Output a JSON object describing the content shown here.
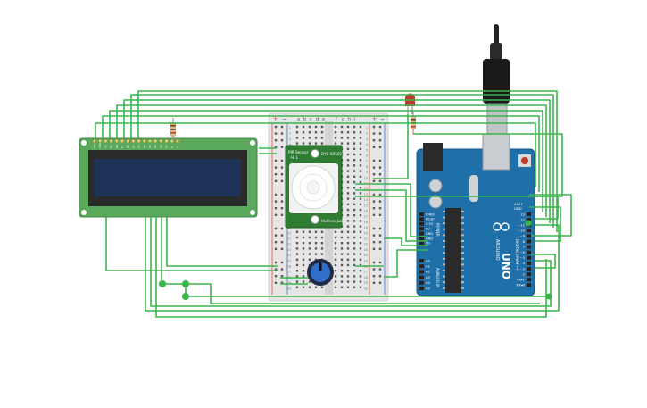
{
  "lcd": {
    "pins": [
      "VSS",
      "VDD",
      "V0",
      "RS",
      "RW",
      "E",
      "D0",
      "D1",
      "D2",
      "D3",
      "D4",
      "D5",
      "D6",
      "D7",
      "A",
      "K"
    ]
  },
  "breadboard": {
    "col_letters_left": [
      "a",
      "b",
      "c",
      "d",
      "e"
    ],
    "col_letters_right": [
      "f",
      "g",
      "h",
      "i",
      "j"
    ],
    "row_numbers": [
      "1",
      "2",
      "3",
      "4",
      "5",
      "6",
      "7",
      "8",
      "9",
      "10",
      "11",
      "12",
      "13",
      "14",
      "15",
      "16",
      "17",
      "18",
      "19",
      "20",
      "21",
      "22",
      "23",
      "24",
      "25",
      "26",
      "27",
      "28",
      "29",
      "30"
    ],
    "plus_label": "+",
    "minus_label": "−"
  },
  "pir": {
    "label_top_left": "PIR Sensor",
    "label_top_left_sub": "Hi L",
    "label_top_right": "DYS-SR501",
    "label_bottom": "Holmes_Lab"
  },
  "arduino": {
    "brand": "ARDUINO",
    "model": "UNO",
    "digital_label": "DIGITAL (PWM ~)",
    "analog_label": "ANALOG IN",
    "power_label": "POWER",
    "aref_label": "AREF",
    "gnd_label": "GND",
    "power_pins": [
      "IOREF",
      "RESET",
      "3.3V",
      "5V",
      "GND",
      "GND",
      "Vin"
    ],
    "analog_pins": [
      "A0",
      "A1",
      "A2",
      "A3",
      "A4",
      "A5"
    ],
    "digital_pins": [
      "13",
      "12",
      "~11",
      "~10",
      "~9",
      "8",
      "7",
      "~6",
      "~5",
      "4",
      "~3",
      "2",
      "TX▸1",
      "RX◂0"
    ]
  },
  "colors": {
    "wire": "#3ab54a",
    "lcd_board": "#5aa85c",
    "lcd_screen": "#1e3358",
    "arduino_board": "#1f6fa8",
    "breadboard": "#e3e3e3",
    "pir_board": "#2e7d32",
    "led": "#c0392b"
  }
}
